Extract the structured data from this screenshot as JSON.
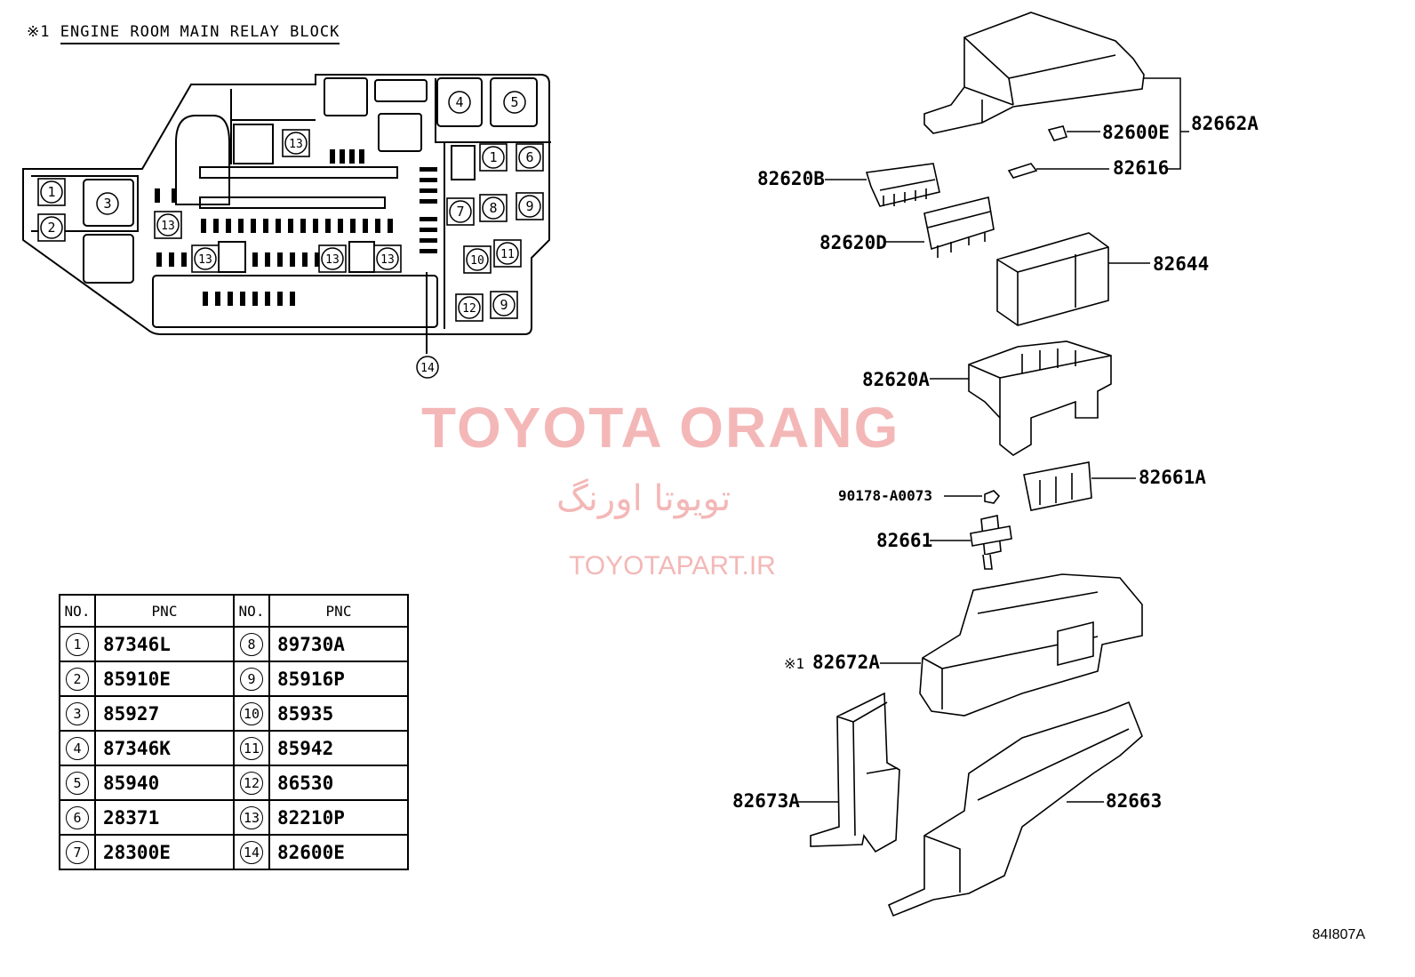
{
  "title": {
    "mark": "※1",
    "text": "ENGINE ROOM MAIN RELAY BLOCK"
  },
  "relay_block_labels": [
    "1",
    "2",
    "3",
    "4",
    "5",
    "1",
    "6",
    "7",
    "8",
    "9",
    "10",
    "11",
    "12",
    "9",
    "13",
    "13",
    "13",
    "13",
    "13",
    "14"
  ],
  "table": {
    "headers": {
      "no": "NO.",
      "pnc": "PNC"
    },
    "rows_left": [
      {
        "no": "1",
        "pnc": "87346L"
      },
      {
        "no": "2",
        "pnc": "85910E"
      },
      {
        "no": "3",
        "pnc": "85927"
      },
      {
        "no": "4",
        "pnc": "87346K"
      },
      {
        "no": "5",
        "pnc": "85940"
      },
      {
        "no": "6",
        "pnc": "28371"
      },
      {
        "no": "7",
        "pnc": "28300E"
      }
    ],
    "rows_right": [
      {
        "no": "8",
        "pnc": "89730A"
      },
      {
        "no": "9",
        "pnc": "85916P"
      },
      {
        "no": "10",
        "pnc": "85935"
      },
      {
        "no": "11",
        "pnc": "85942"
      },
      {
        "no": "12",
        "pnc": "86530"
      },
      {
        "no": "13",
        "pnc": "82210P"
      },
      {
        "no": "14",
        "pnc": "82600E"
      }
    ]
  },
  "part_numbers": {
    "p82662A": "82662A",
    "p82600E": "82600E",
    "p82616": "82616",
    "p82620B": "82620B",
    "p82620D": "82620D",
    "p82644": "82644",
    "p82620A": "82620A",
    "p82661A": "82661A",
    "p90178": "90178-A0073",
    "p82661": "82661",
    "p82672A_mark": "※1",
    "p82672A": "82672A",
    "p82673A": "82673A",
    "p82663": "82663"
  },
  "watermark": {
    "brand": "TOYOTA ORANG",
    "brand_fa": "تویوتا اورنگ",
    "site": "TOYOTAPART.IR"
  },
  "diagram_code": "84I807A",
  "colors": {
    "line": "#000000",
    "watermark": "#f4b7b7"
  }
}
